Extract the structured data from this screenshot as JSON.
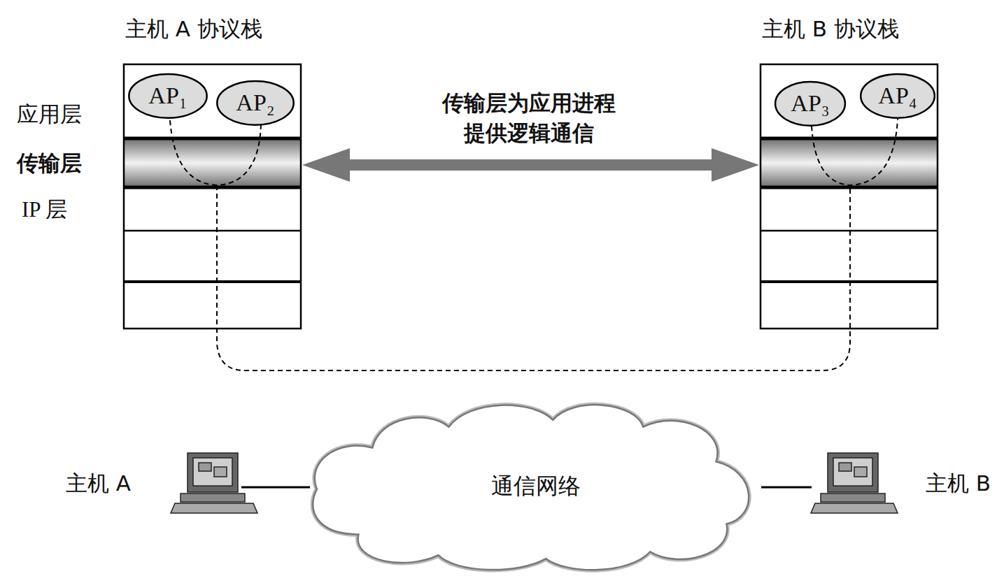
{
  "diagram": {
    "nodes": [
      {
        "text": [
          "主机 A 协议栈"
        ]
      },
      {
        "text": [
          "应用层"
        ],
        "in": 0
      },
      {
        "text": [
          "AP₁"
        ],
        "in": 1
      },
      {
        "text": [
          "AP₂"
        ],
        "in": 1
      },
      {
        "text": [
          "传输层"
        ],
        "in": 0
      },
      {
        "text": [
          "IP 层"
        ],
        "in": 0
      },
      {
        "text": [
          "主机 B 协议栈"
        ]
      },
      {
        "text": [
          "AP₃"
        ],
        "in": 6
      },
      {
        "text": [
          "AP₄"
        ],
        "in": 6
      },
      {
        "text": [
          "主机 A"
        ]
      },
      {
        "text": [
          "通信网络"
        ]
      },
      {
        "text": [
          "主机 B"
        ]
      }
    ],
    "edges": [
      {
        "from": 9,
        "to": 10,
        "arrow": "none"
      },
      {
        "from": 10,
        "to": 11,
        "arrow": "none"
      }
    ],
    "labels": [
      "传输层为应用进程 提供逻辑通信"
    ]
  }
}
